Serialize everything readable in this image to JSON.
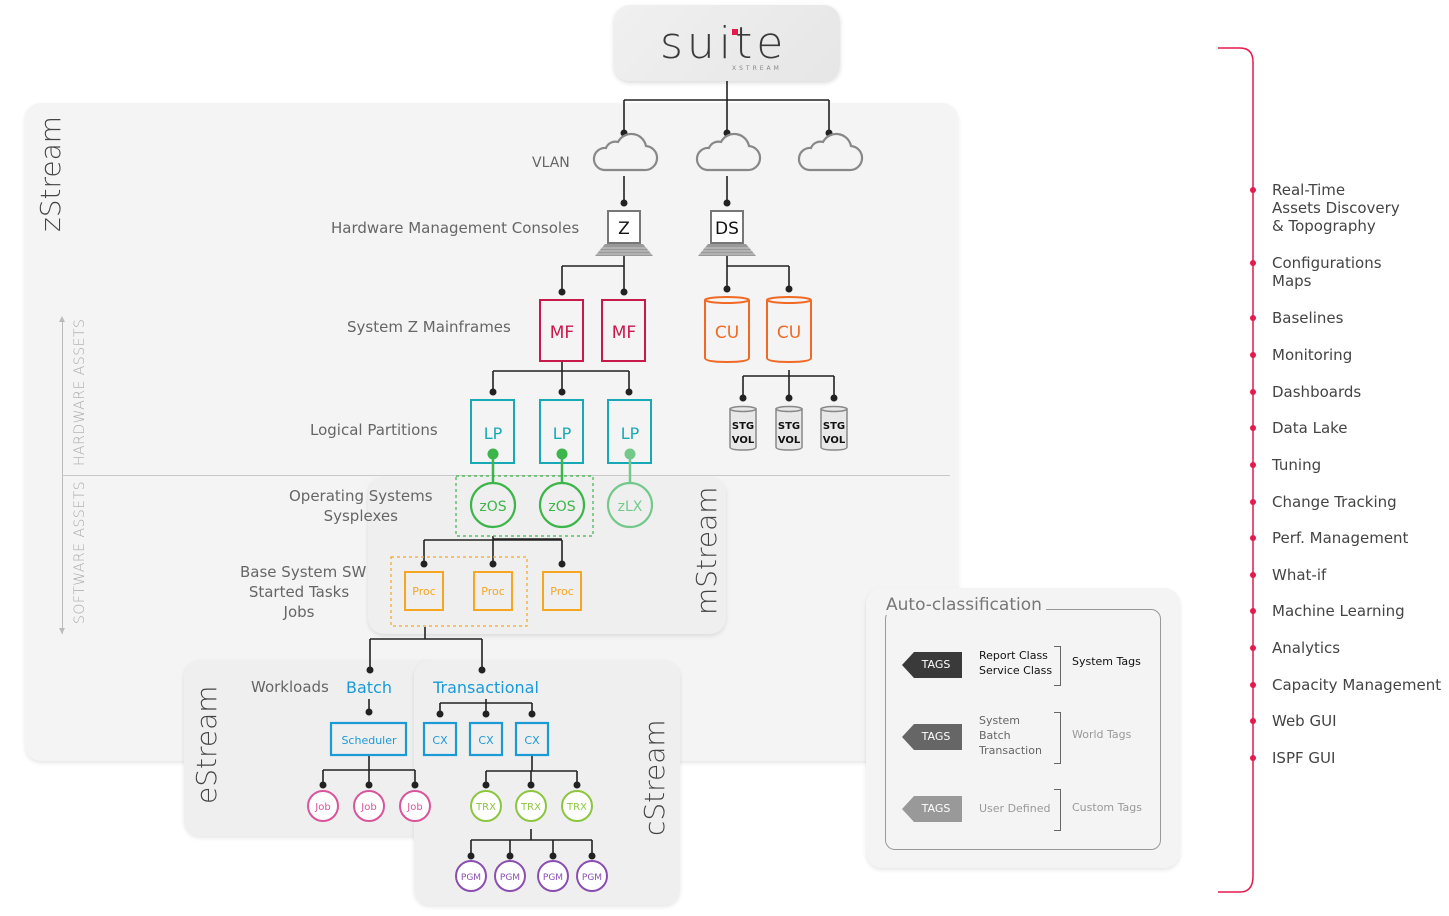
{
  "logo": {
    "main": "suite",
    "sub": "XSTREAM"
  },
  "streams": {
    "zstream": "zStream",
    "mstream": "mStream",
    "estream": "eStream",
    "cstream": "cStream"
  },
  "axis": {
    "hardware": "HARDWARE ASSETS",
    "software": "SOFTWARE ASSETS"
  },
  "rows": {
    "vlan": "VLAN",
    "hmc": "Hardware Management Consoles",
    "mainframes": "System Z Mainframes",
    "lpars": "Logical Partitions",
    "os_line1": "Operating Systems",
    "os_line2": "Sysplexes",
    "sw_line1": "Base System SW",
    "sw_line2": "Started Tasks",
    "sw_line3": "Jobs",
    "workloads": "Workloads"
  },
  "nodes": {
    "hmc": [
      "Z",
      "DS"
    ],
    "mainframes": [
      "MF",
      "MF"
    ],
    "control_units": [
      "CU",
      "CU"
    ],
    "storage_line1": "STG",
    "storage_line2": "VOL",
    "lpars": [
      "LP",
      "LP",
      "LP"
    ],
    "os": [
      "zOS",
      "zOS",
      "zLX"
    ],
    "procs": [
      "Proc",
      "Proc",
      "Proc"
    ],
    "batch": "Batch",
    "transactional": "Transactional",
    "scheduler": "Scheduler",
    "jobs": [
      "Job",
      "Job",
      "Job"
    ],
    "cx": [
      "CX",
      "CX",
      "CX"
    ],
    "trx": [
      "TRX",
      "TRX",
      "TRX"
    ],
    "pgm": [
      "PGM",
      "PGM",
      "PGM",
      "PGM"
    ]
  },
  "colors": {
    "mainframe": "#c8194b",
    "control_unit": "#f06a26",
    "lpar": "#17a9b5",
    "os": "#3cb54a",
    "os_light": "#74c98a",
    "proc": "#f5a623",
    "workload": "#1a9ad6",
    "job": "#d9559b",
    "trx": "#8cc63f",
    "pgm": "#8a4fb1",
    "accent": "#e5194b"
  },
  "autoclass": {
    "title": "Auto-classification",
    "rows": [
      {
        "tag": "TAGS",
        "items": [
          "Report Class",
          "Service Class"
        ],
        "group": "System Tags"
      },
      {
        "tag": "TAGS",
        "items": [
          "System",
          "Batch",
          "Transaction"
        ],
        "group": "World Tags"
      },
      {
        "tag": "TAGS",
        "items": [
          "User Defined"
        ],
        "group": "Custom Tags"
      }
    ]
  },
  "features": [
    [
      "Real-Time",
      "Assets Discovery",
      "& Topography"
    ],
    [
      "Configurations",
      "Maps"
    ],
    [
      "Baselines"
    ],
    [
      "Monitoring"
    ],
    [
      "Dashboards"
    ],
    [
      "Data Lake"
    ],
    [
      "Tuning"
    ],
    [
      "Change Tracking"
    ],
    [
      "Perf. Management"
    ],
    [
      "What-if"
    ],
    [
      "Machine Learning"
    ],
    [
      "Analytics"
    ],
    [
      "Capacity Management"
    ],
    [
      "Web GUI"
    ],
    [
      "ISPF GUI"
    ]
  ]
}
